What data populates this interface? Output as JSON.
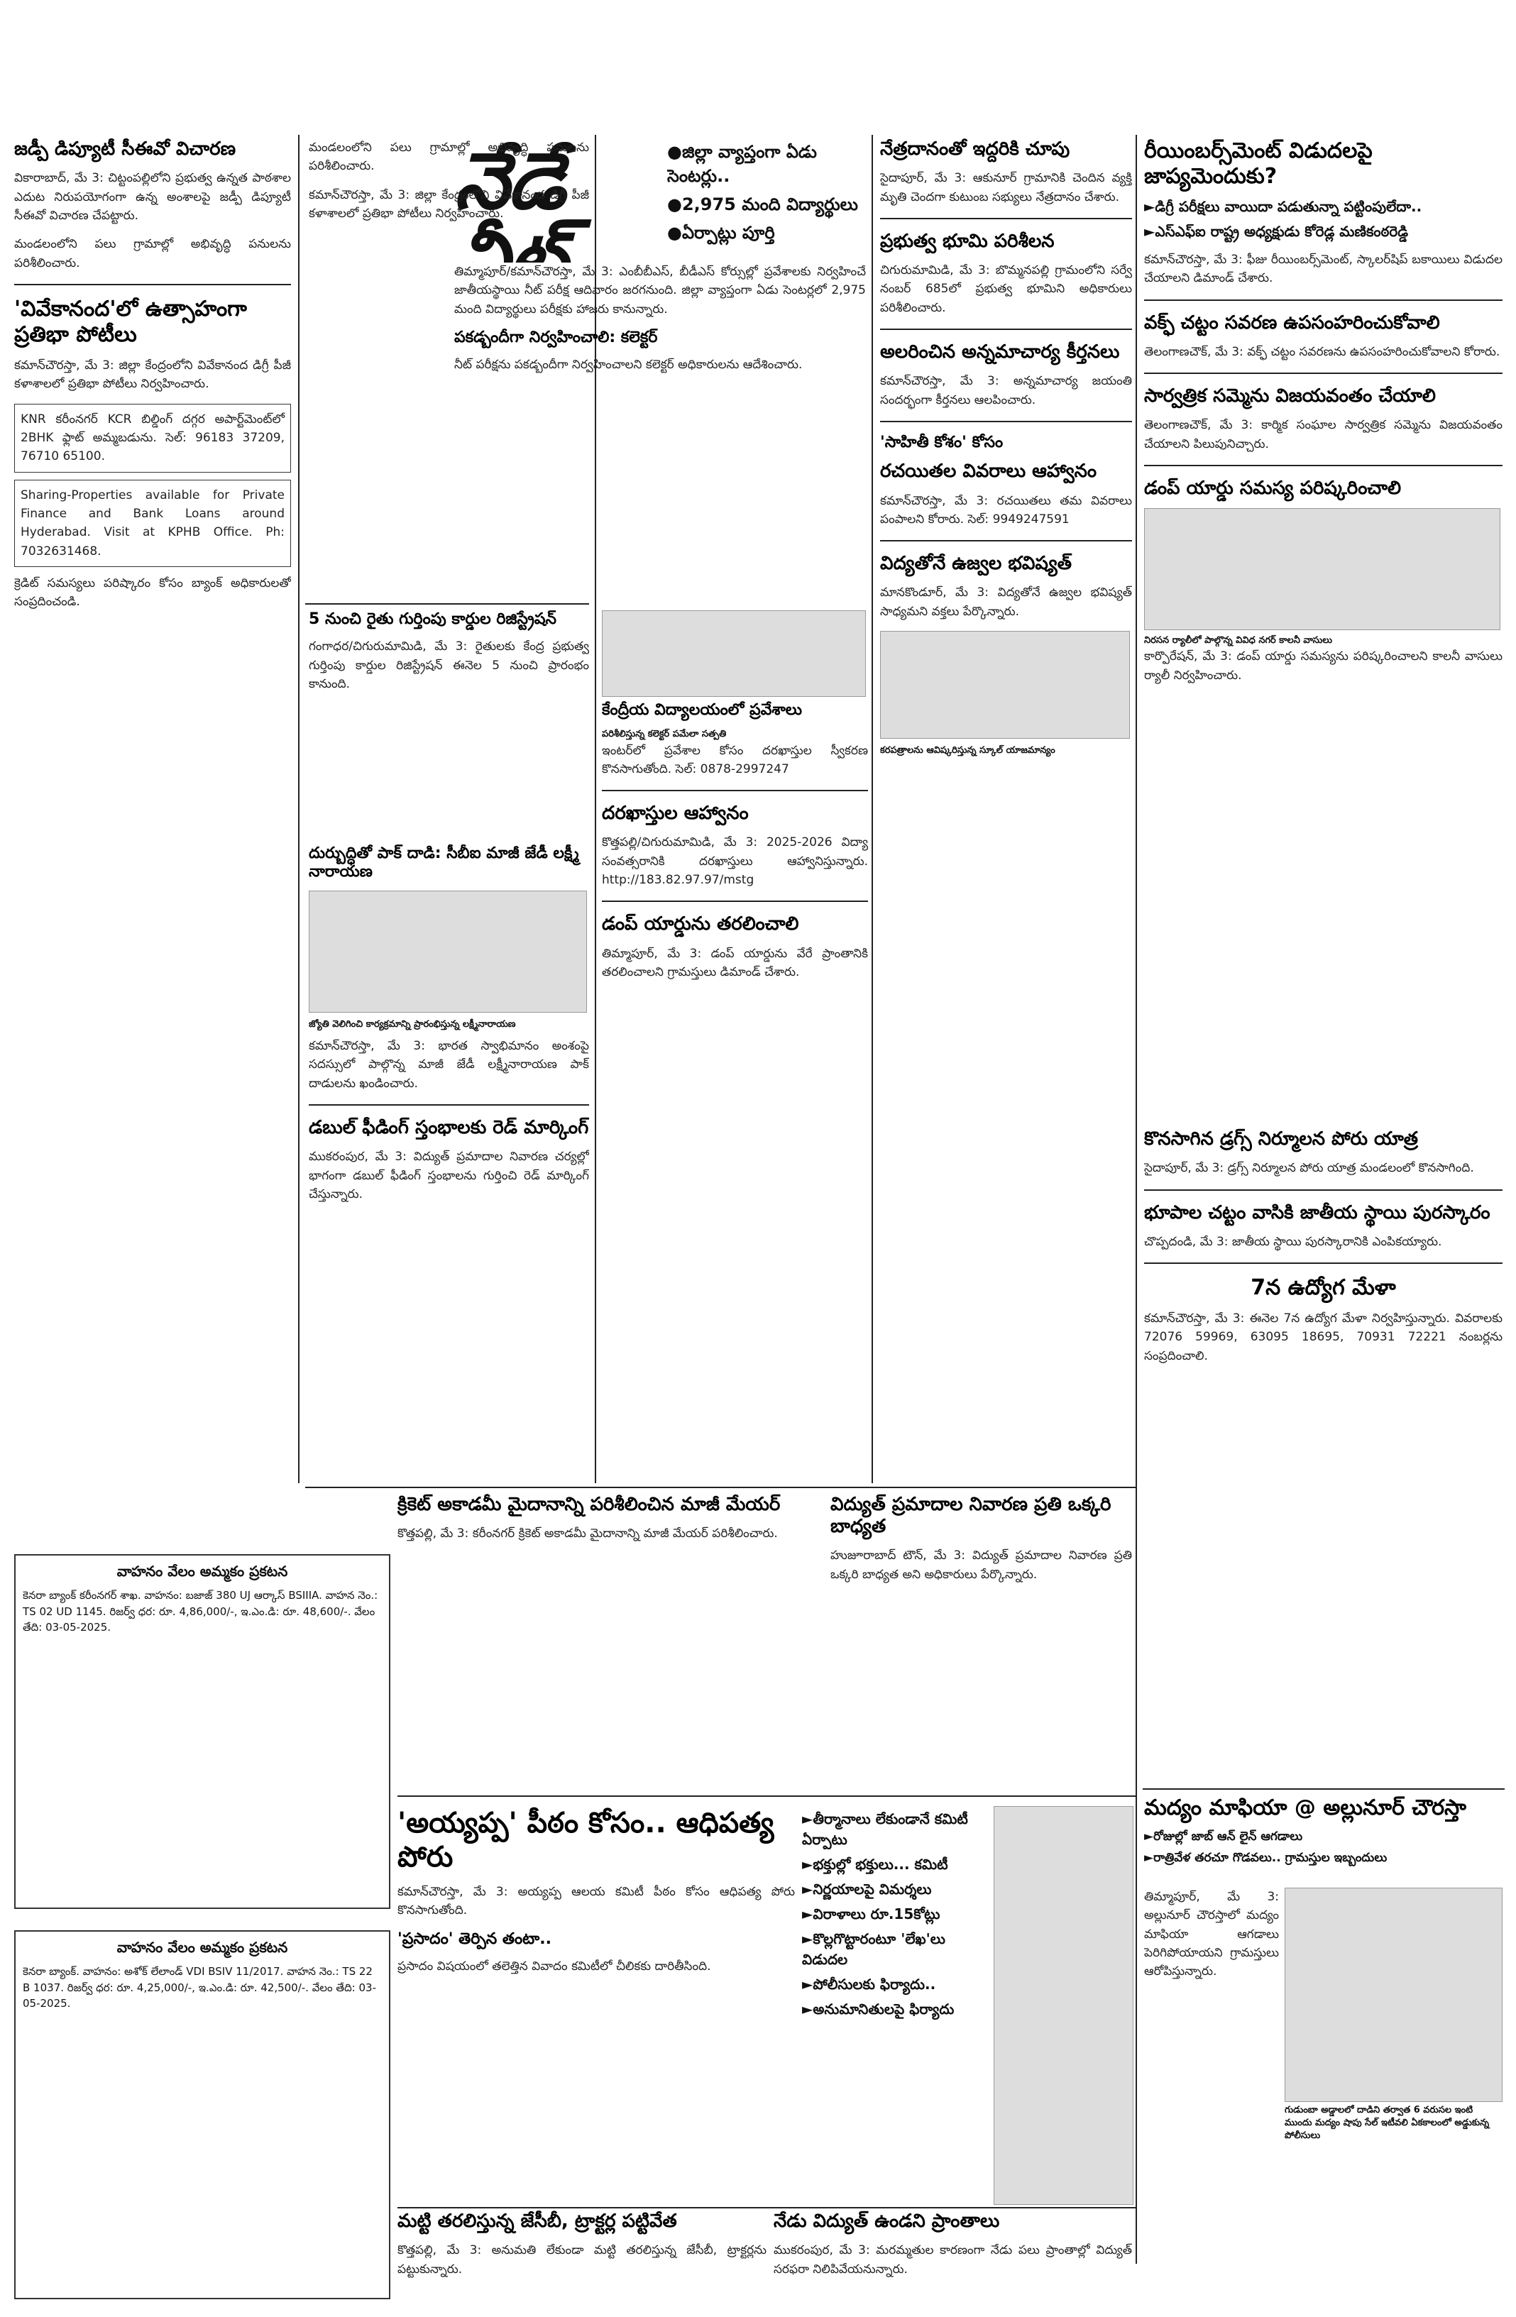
{
  "col1": {
    "h1": "జడ్పీ డిప్యూటీ సీఈవో విచారణ",
    "p1": "వికారాబాద్, మే 3: చిట్టంపల్లిలోని ప్రభుత్వ ఉన్నత పాఠశాల ఎదుట నిరుపయోగంగా ఉన్న అంశాలపై జడ్పీ డిప్యూటీ సీఈవో విచారణ చేపట్టారు.",
    "p2": "మండలంలోని పలు గ్రామాల్లో అభివృద్ధి పనులను పరిశీలించారు.",
    "h2": "'వివేకానంద'లో ఉత్సాహంగా ప్రతిభా పోటీలు",
    "p3": "కమాన్‌చౌరస్తా, మే 3: జిల్లా కేంద్రంలోని వివేకానంద డిగ్రీ పీజీ కళాశాలలో ప్రతిభా పోటీలు నిర్వహించారు.",
    "ad1": "KNR కరీంనగర్ KCR బిల్డింగ్ దగ్గర అపార్ట్‌మెంట్‌లో 2BHK ఫ్లాట్ అమ్మబడును. సెల్: 96183 37209, 76710 65100.",
    "ad2": "Sharing-Properties available for Private Finance and Bank Loans around Hyderabad. Visit at KPHB Office. Ph: 7032631468.",
    "p4": "క్రెడిట్ సమస్యలు పరిష్కారం కోసం బ్యాంక్ అధికారులతో సంప్రదించండి."
  },
  "col2": {
    "neet": "నేడే నీట్",
    "bullets": [
      "జిల్లా వ్యాప్తంగా ఏడు సెంటర్లు..",
      "2,975 మంది విద్యార్థులు",
      "ఏర్పాట్లు పూర్తి"
    ],
    "p1": "తిమ్మాపూర్/కమాన్‌చౌరస్తా, మే 3: ఎంబీబీఎస్, బీడీఎస్ కోర్సుల్లో ప్రవేశాలకు నిర్వహించే జాతీయస్థాయి నీట్ పరీక్ష ఆదివారం జరగనుంది. జిల్లా వ్యాప్తంగా ఏడు సెంటర్లలో 2,975 మంది విద్యార్థులు పరీక్షకు హాజరు కానున్నారు.",
    "h1": "పకడ్బందీగా నిర్వహించాలి: కలెక్టర్",
    "p2": "నీట్ పరీక్షను పకడ్బందీగా నిర్వహించాలని కలెక్టర్ అధికారులను ఆదేశించారు.",
    "h2": "5 నుంచి రైతు గుర్తింపు కార్డుల రిజిస్ట్రేషన్",
    "p3": "గంగాధర/చిగురుమామిడి, మే 3: రైతులకు కేంద్ర ప్రభుత్వ గుర్తింపు కార్డుల రిజిస్ట్రేషన్ ఈనెల 5 నుంచి ప్రారంభం కానుంది.",
    "h3": "దుర్బుద్ధితో పాక్ దాడి: సీబీఐ మాజీ జేడీ లక్ష్మీ నారాయణ",
    "h4": "జ్యోతి వెలిగించి కార్యక్రమాన్ని ప్రారంభిస్తున్న లక్ష్మీనారాయణ",
    "p4": "కమాన్‌చౌరస్తా, మే 3: భారత స్వాభిమానం అంశంపై సదస్సులో పాల్గొన్న మాజీ జేడీ లక్ష్మీనారాయణ పాక్ దాడులను ఖండించారు.",
    "h5": "డబుల్ ఫీడింగ్ స్తంభాలకు రెడ్ మార్కింగ్",
    "p5": "ముకరంపుర, మే 3: విద్యుత్ ప్రమాదాల నివారణ చర్యల్లో భాగంగా డబుల్ ఫీడింగ్ స్తంభాలను గుర్తించి రెడ్ మార్కింగ్ చేస్తున్నారు."
  },
  "col3": {
    "h1": "కేంద్రీయ విద్యాలయంలో ప్రవేశాలు",
    "h1b": "పరిశీలిస్తున్న కలెక్టర్ పమేలా సత్పతి",
    "p1": "ఇంటర్‌లో ప్రవేశాల కోసం దరఖాస్తుల స్వీకరణ కొనసాగుతోంది. సెల్: 0878-2997247",
    "h2": "దరఖాస్తుల ఆహ్వానం",
    "p2": "కొత్తపల్లి/చిగురుమామిడి, మే 3: 2025-2026 విద్యా సంవత్సరానికి దరఖాస్తులు ఆహ్వానిస్తున్నారు. http://183.82.97.97/mstg",
    "h3": "డంప్ యార్డును తరలించాలి",
    "p3": "తిమ్మాపూర్, మే 3: డంప్ యార్డును వేరే ప్రాంతానికి తరలించాలని గ్రామస్తులు డిమాండ్ చేశారు.",
    "h4": "క్రికెట్ అకాడమీ మైదానాన్ని పరిశీలించిన మాజీ మేయర్",
    "p4": "కొత్తపల్లి, మే 3: కరీంనగర్ క్రికెట్ అకాడమీ మైదానాన్ని మాజీ మేయర్ పరిశీలించారు.",
    "h5": "'అయ్యప్ప' పీఠం కోసం.. ఆధిపత్య పోరు",
    "p5": "కమాన్‌చౌరస్తా, మే 3: అయ్యప్ప ఆలయ కమిటీ పీఠం కోసం ఆధిపత్య పోరు కొనసాగుతోంది.",
    "h6": "'ప్రసాదం' తెర్పిన తంటా..",
    "p6": "ప్రసాదం విషయంలో తలెత్తిన వివాదం కమిటీలో చీలికకు దారితీసింది.",
    "h7": "మట్టి తరలిస్తున్న జేసీబీ, ట్రాక్టర్ల పట్టివేత",
    "p7": "కొత్తపల్లి, మే 3: అనుమతి లేకుండా మట్టి తరలిస్తున్న జేసీబీ, ట్రాక్టర్లను పట్టుకున్నారు."
  },
  "col4": {
    "h1": "నేత్రదానంతో ఇద్దరికి చూపు",
    "p1": "సైదాపూర్, మే 3: ఆకునూర్ గ్రామానికి చెందిన వ్యక్తి మృతి చెందగా కుటుంబ సభ్యులు నేత్రదానం చేశారు.",
    "h2": "ప్రభుత్వ భూమి పరిశీలన",
    "p2": "చిగురుమామిడి, మే 3: బొమ్మనపల్లి గ్రామంలోని సర్వే నంబర్ 685లో ప్రభుత్వ భూమిని అధికారులు పరిశీలించారు.",
    "h3": "అలరించిన అన్నమాచార్య కీర్తనలు",
    "p3": "కమాన్‌చౌరస్తా, మే 3: అన్నమాచార్య జయంతి సందర్భంగా కీర్తనలు ఆలపించారు.",
    "h4": "'సాహితీ కోశం' కోసం",
    "h4b": "రచయితల వివరాలు ఆహ్వానం",
    "p4": "కమాన్‌చౌరస్తా, మే 3: రచయితలు తమ వివరాలు పంపాలని కోరారు. సెల్: 9949247591",
    "h5": "విద్యతోనే ఉజ్వల భవిష్యత్",
    "p5": "మానకొండూర్, మే 3: విద్యతోనే ఉజ్వల భవిష్యత్ సాధ్యమని వక్తలు పేర్కొన్నారు.",
    "cap1": "కరపత్రాలను ఆవిష్కరిస్తున్న స్కూల్ యాజమాన్యం",
    "h6": "విద్యుత్ ప్రమాదాల నివారణ ప్రతి ఒక్కరి బాధ్యత",
    "p6": "హుజూరాబాద్ టౌన్, మే 3: విద్యుత్ ప్రమాదాల నివారణ ప్రతి ఒక్కరి బాధ్యత అని అధికారులు పేర్కొన్నారు.",
    "bl": [
      "తీర్మానాలు లేకుండానే కమిటీ ఏర్పాటు",
      "భక్తుల్లో భక్తులు... కమిటీ",
      "నిర్ణయాలపై విమర్శలు",
      "విరాళాలు రూ.15కోట్లు",
      "కొల్లగొట్టారంటూ 'లేఖ'లు విడుదల",
      "పోలీసులకు ఫిర్యాదు..",
      "అనుమానితులపై ఫిర్యాదు"
    ],
    "h7": "నేడు విద్యుత్ ఉండని ప్రాంతాలు",
    "p7": "ముకరంపుర, మే 3: మరమ్మతుల కారణంగా నేడు పలు ప్రాంతాల్లో విద్యుత్ సరఫరా నిలిపివేయనున్నారు."
  },
  "col5": {
    "h1": "రీయింబర్స్‌మెంట్ విడుదలపై జాప్యమెందుకు?",
    "sub": [
      "డిగ్రీ పరీక్షలు వాయిదా పడుతున్నా పట్టింపులేదా..",
      "ఎస్ఎఫ్ఐ రాష్ట్ర అధ్యక్షుడు కోరెడ్ల మణికంఠరెడ్డి"
    ],
    "p1": "కమాన్‌చౌరస్తా, మే 3: ఫీజు రీయింబర్స్‌మెంట్, స్కాలర్‌షిప్ బకాయిలు విడుదల చేయాలని డిమాండ్ చేశారు.",
    "h2": "వక్ఫ్ చట్టం సవరణ ఉపసంహరించుకోవాలి",
    "p2": "తెలంగాణచౌక్, మే 3: వక్ఫ్ చట్టం సవరణను ఉపసంహరించుకోవాలని కోరారు.",
    "h3": "సార్వత్రిక సమ్మెను విజయవంతం చేయాలి",
    "p3": "తెలంగాణచౌక్, మే 3: కార్మిక సంఘాల సార్వత్రిక సమ్మెను విజయవంతం చేయాలని పిలుపునిచ్చారు.",
    "h4": "డంప్ యార్డు సమస్య పరిష్కరించాలి",
    "cap1": "నిరసన ర్యాలీలో పాల్గొన్న వివిధ నగర్ కాలనీ వాసులు",
    "p4": "కార్పొరేషన్, మే 3: డంప్ యార్డు సమస్యను పరిష్కరించాలని కాలనీ వాసులు ర్యాలీ నిర్వహించారు.",
    "h5": "కొనసాగిన డ్రగ్స్ నిర్మూలన పోరు యాత్ర",
    "p5": "సైదాపూర్, మే 3: డ్రగ్స్ నిర్మూలన పోరు యాత్ర మండలంలో కొనసాగింది.",
    "h6": "భూపాల చట్టం వాసికి జాతీయ స్థాయి పురస్కారం",
    "p6": "చొప్పదండి, మే 3: జాతీయ స్థాయి పురస్కారానికి ఎంపికయ్యారు.",
    "h7": "7న ఉద్యోగ మేళా",
    "p7": "కమాన్‌చౌరస్తా, మే 3: ఈనెల 7న ఉద్యోగ మేళా నిర్వహిస్తున్నారు. వివరాలకు 72076 59969, 63095 18695, 70931 72221 నంబర్లను సంప్రదించాలి.",
    "h8": "మద్యం మాఫియా @ అల్లునూర్ చౌరస్తా",
    "sub2": [
      "రోజుల్లో జాబ్ ఆన్ లైన్ ఆగడాలు",
      "రాత్రివేళ తరచూ గొడవలు.. గ్రామస్తుల ఇబ్బందులు"
    ],
    "cap2": "గుడుంబా అడ్డాలలో దాడిని తర్వాత 6 వరుసల ఇంటి ముందు మద్యం షాపు సేల్ ఇటీవలి ఏకకాలంలో అడ్డుకున్న పోలీసులు",
    "p8": "తిమ్మాపూర్, మే 3: అల్లునూర్ చౌరస్తాలో మద్యం మాఫియా ఆగడాలు పెరిగిపోయాయని గ్రామస్తులు ఆరోపిస్తున్నారు."
  },
  "ads": {
    "a1_title": "వాహనం వేలం అమ్మకం ప్రకటన",
    "a1_text": "కెనరా బ్యాంక్ కరీంనగర్ శాఖ. వాహనం: బజాజ్ 380 UJ ఆర్కాస్ BSIIIA. వాహన నెం.: TS 02 UD 1145. రిజర్వ్ ధర: రూ. 4,86,000/-, ఇ.ఎం.డి: రూ. 48,600/-. వేలం తేది: 03-05-2025.",
    "a2_title": "వాహనం వేలం అమ్మకం ప్రకటన",
    "a2_text": "కెనరా బ్యాంక్. వాహనం: అశోక్ లేలాండ్ VDI BSIV 11/2017. వాహన నెం.: TS 22 B 1037. రిజర్వ్ ధర: రూ. 4,25,000/-, ఇ.ఎం.డి: రూ. 42,500/-. వేలం తేది: 03-05-2025."
  }
}
